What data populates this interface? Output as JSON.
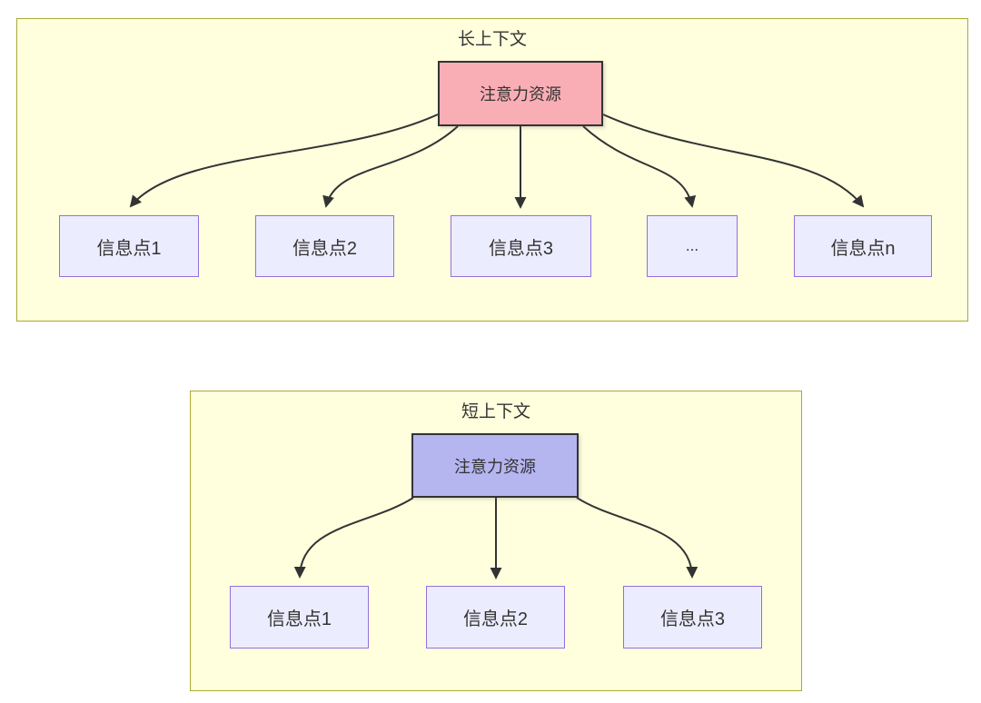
{
  "diagram": {
    "long_context": {
      "title": "长上下文",
      "attention": "注意力资源",
      "info_points": [
        "信息点1",
        "信息点2",
        "信息点3",
        "...",
        "信息点n"
      ]
    },
    "short_context": {
      "title": "短上下文",
      "attention": "注意力资源",
      "info_points": [
        "信息点1",
        "信息点2",
        "信息点3"
      ]
    },
    "colors": {
      "cluster_fill": "#ffffde",
      "cluster_border": "#aaaa33",
      "info_node_fill": "#ececff",
      "info_node_border": "#9370db",
      "attention_long_fill": "#f9aeb5",
      "attention_short_fill": "#b5b5f0",
      "attention_border": "#333333",
      "arrow_color": "#333333",
      "text_color": "#333333"
    }
  }
}
